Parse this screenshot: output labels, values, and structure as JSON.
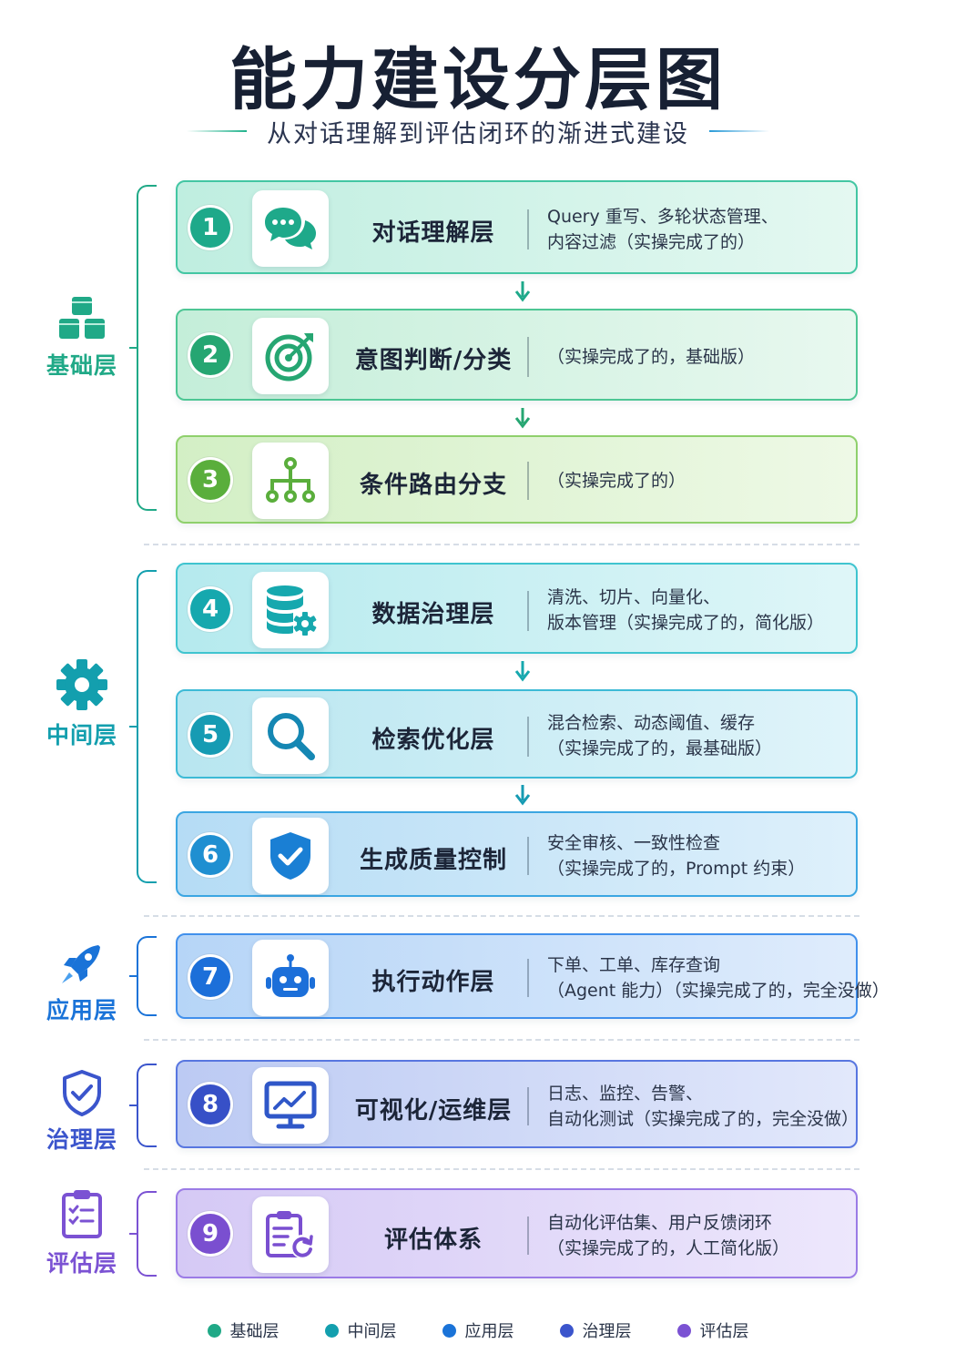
{
  "header": {
    "title": "能力建设分层图",
    "subtitle": "从对话理解到评估闭环的渐进式建设"
  },
  "groups": [
    {
      "label": "基础层",
      "icon": "cubes-icon",
      "color": "#20a987"
    },
    {
      "label": "中间层",
      "icon": "gear-icon",
      "color": "#139fae"
    },
    {
      "label": "应用层",
      "icon": "rocket-icon",
      "color": "#1a73d8"
    },
    {
      "label": "治理层",
      "icon": "shield-check-icon",
      "color": "#3b55cc"
    },
    {
      "label": "评估层",
      "icon": "clipboard-checklist-icon",
      "color": "#7b52d3"
    }
  ],
  "layers": [
    {
      "num": "1",
      "title": "对话理解层",
      "desc_line1": "Query 重写、多轮状态管理、",
      "desc_line2": "内容过滤（实操完成了的）",
      "icon": "chat-bubbles-icon",
      "group": "基础层",
      "color": "#1ea98a"
    },
    {
      "num": "2",
      "title": "意图判断/分类",
      "desc_line1": "（实操完成了的，基础版）",
      "desc_line2": "",
      "icon": "target-icon",
      "group": "基础层",
      "color": "#26a672"
    },
    {
      "num": "3",
      "title": "条件路由分支",
      "desc_line1": "（实操完成了的）",
      "desc_line2": "",
      "icon": "hierarchy-icon",
      "group": "基础层",
      "color": "#5aae3c"
    },
    {
      "num": "4",
      "title": "数据治理层",
      "desc_line1": "清洗、切片、向量化、",
      "desc_line2": "版本管理（实操完成了的，简化版）",
      "icon": "database-gear-icon",
      "group": "中间层",
      "color": "#16a8ae"
    },
    {
      "num": "5",
      "title": "检索优化层",
      "desc_line1": "混合检索、动态阈值、缓存",
      "desc_line2": "（实操完成了的，最基础版）",
      "icon": "search-icon",
      "group": "中间层",
      "color": "#169bb3"
    },
    {
      "num": "6",
      "title": "生成质量控制",
      "desc_line1": "安全审核、一致性检查",
      "desc_line2": "（实操完成了的，Prompt 约束）",
      "icon": "shield-check-icon",
      "group": "中间层",
      "color": "#1f8fd1"
    },
    {
      "num": "7",
      "title": "执行动作层",
      "desc_line1": "下单、工单、库存查询",
      "desc_line2": "（Agent 能力）（实操完成了的，完全没做）",
      "icon": "robot-icon",
      "group": "应用层",
      "color": "#1c6fd9"
    },
    {
      "num": "8",
      "title": "可视化/运维层",
      "desc_line1": "日志、监控、告警、",
      "desc_line2": "自动化测试（实操完成了的，完全没做）",
      "icon": "monitor-chart-icon",
      "group": "治理层",
      "color": "#3750c7"
    },
    {
      "num": "9",
      "title": "评估体系",
      "desc_line1": "自动化评估集、用户反馈闭环",
      "desc_line2": "（实操完成了的，人工简化版）",
      "icon": "clipboard-refresh-icon",
      "group": "评估层",
      "color": "#7a4fd0"
    }
  ],
  "legend": [
    {
      "label": "基础层",
      "color": "#20a987"
    },
    {
      "label": "中间层",
      "color": "#139fae"
    },
    {
      "label": "应用层",
      "color": "#1a73d8"
    },
    {
      "label": "治理层",
      "color": "#3b55cc"
    },
    {
      "label": "评估层",
      "color": "#7b52d3"
    }
  ]
}
